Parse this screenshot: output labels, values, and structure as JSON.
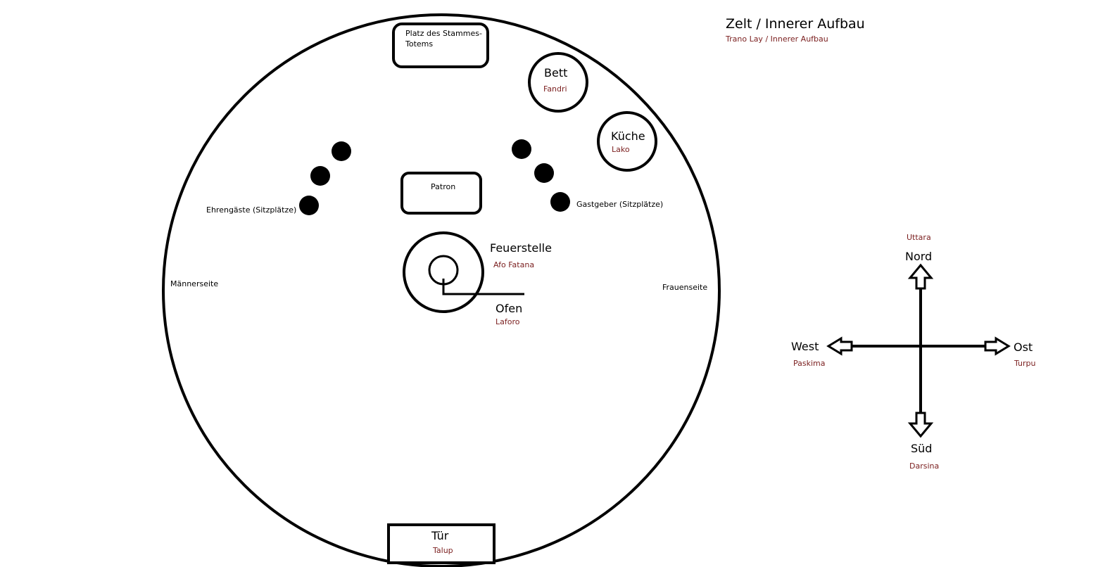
{
  "colors": {
    "ink": "#000000",
    "translation": "#7a1e1e"
  },
  "title": {
    "main": "Zelt / Innerer Aufbau",
    "sub": "Trano Lay / Innerer Aufbau"
  },
  "tent": {
    "totem": "Platz des Stammes-Totems",
    "bed": {
      "de": "Bett",
      "tr": "Fandri"
    },
    "kitchen": {
      "de": "Küche",
      "tr": "Lako"
    },
    "patron": "Patron",
    "guests": "Ehrengäste (Sitzplätze)",
    "hosts": "Gastgeber (Sitzplätze)",
    "fireplace": {
      "de": "Feuerstelle",
      "tr": "Afo Fatana"
    },
    "oven": {
      "de": "Ofen",
      "tr": "Laforo"
    },
    "men_side": "Männerseite",
    "women_side": "Frauenseite",
    "door": {
      "de": "Tür",
      "tr": "Talup"
    }
  },
  "compass": {
    "north": {
      "de": "Nord",
      "tr": "Uttara"
    },
    "south": {
      "de": "Süd",
      "tr": "Darsina"
    },
    "east": {
      "de": "Ost",
      "tr": "Turpu"
    },
    "west": {
      "de": "West",
      "tr": "Paskima"
    }
  }
}
